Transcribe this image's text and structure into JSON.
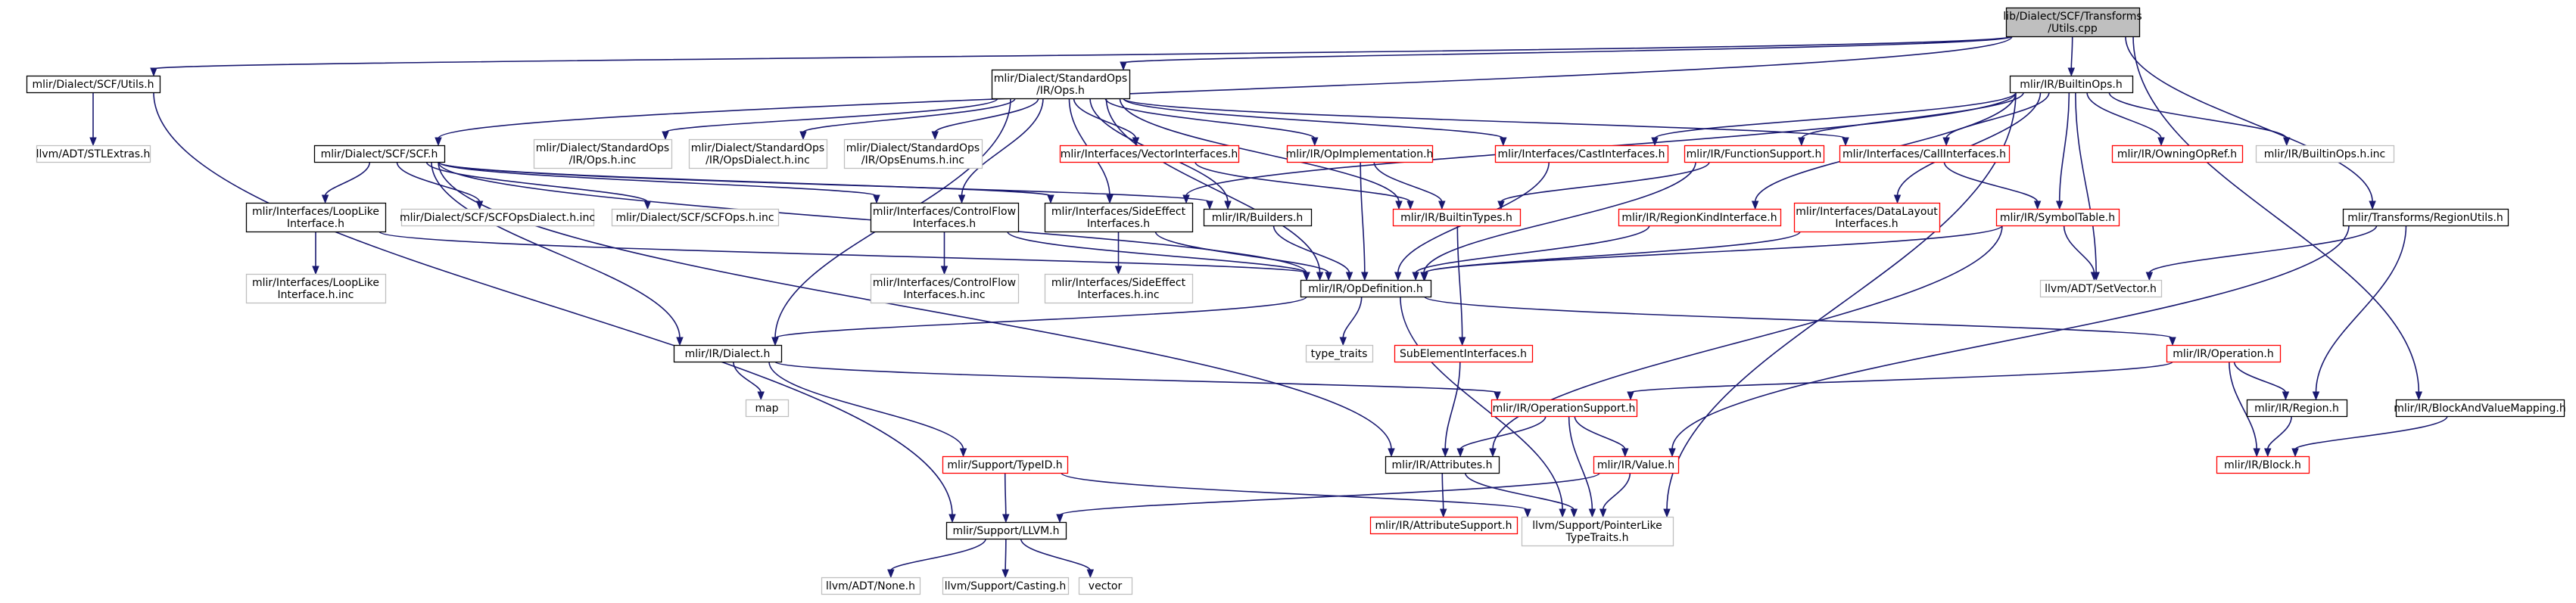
{
  "colors": {
    "edge": "#191970",
    "root_fill": "#bfbfbf",
    "root_border": "#000000",
    "documented_border": "#000000",
    "truncated_border": "#ff0000",
    "undocumented_border": "#bfbfbf",
    "text": "#000000"
  },
  "nodes": [
    {
      "id": "root",
      "kind": "root",
      "lines": [
        "lib/Dialect/SCF/Transforms",
        "/Utils.cpp"
      ]
    },
    {
      "id": "scf_utils",
      "kind": "documented",
      "lines": [
        "mlir/Dialect/SCF/Utils.h"
      ]
    },
    {
      "id": "std_ops",
      "kind": "documented",
      "lines": [
        "mlir/Dialect/StandardOps",
        "/IR/Ops.h"
      ]
    },
    {
      "id": "builtin_ops",
      "kind": "documented",
      "lines": [
        "mlir/IR/BuiltinOps.h"
      ]
    },
    {
      "id": "stlextras",
      "kind": "undocumented",
      "lines": [
        "llvm/ADT/STLExtras.h"
      ]
    },
    {
      "id": "scf_h",
      "kind": "documented",
      "lines": [
        "mlir/Dialect/SCF/SCF.h"
      ]
    },
    {
      "id": "std_ops_inc",
      "kind": "undocumented",
      "lines": [
        "mlir/Dialect/StandardOps",
        "/IR/Ops.h.inc"
      ]
    },
    {
      "id": "std_opsdialect_inc",
      "kind": "undocumented",
      "lines": [
        "mlir/Dialect/StandardOps",
        "/IR/OpsDialect.h.inc"
      ]
    },
    {
      "id": "std_opsenums_inc",
      "kind": "undocumented",
      "lines": [
        "mlir/Dialect/StandardOps",
        "/IR/OpsEnums.h.inc"
      ]
    },
    {
      "id": "vector_interfaces",
      "kind": "truncated",
      "lines": [
        "mlir/Interfaces/VectorInterfaces.h"
      ]
    },
    {
      "id": "op_implementation",
      "kind": "truncated",
      "lines": [
        "mlir/IR/OpImplementation.h"
      ]
    },
    {
      "id": "cast_interfaces",
      "kind": "truncated",
      "lines": [
        "mlir/Interfaces/CastInterfaces.h"
      ]
    },
    {
      "id": "function_support",
      "kind": "truncated",
      "lines": [
        "mlir/IR/FunctionSupport.h"
      ]
    },
    {
      "id": "call_interfaces",
      "kind": "truncated",
      "lines": [
        "mlir/Interfaces/CallInterfaces.h"
      ]
    },
    {
      "id": "owning_opref",
      "kind": "truncated",
      "lines": [
        "mlir/IR/OwningOpRef.h"
      ]
    },
    {
      "id": "builtin_ops_inc",
      "kind": "undocumented",
      "lines": [
        "mlir/IR/BuiltinOps.h.inc"
      ]
    },
    {
      "id": "looplike",
      "kind": "documented",
      "lines": [
        "mlir/Interfaces/LoopLike",
        "Interface.h"
      ]
    },
    {
      "id": "scfops_dialect_inc",
      "kind": "undocumented",
      "lines": [
        "mlir/Dialect/SCF/SCFOpsDialect.h.inc"
      ]
    },
    {
      "id": "scfops_inc",
      "kind": "undocumented",
      "lines": [
        "mlir/Dialect/SCF/SCFOps.h.inc"
      ]
    },
    {
      "id": "controlflow",
      "kind": "documented",
      "lines": [
        "mlir/Interfaces/ControlFlow",
        "Interfaces.h"
      ]
    },
    {
      "id": "sideeffect",
      "kind": "documented",
      "lines": [
        "mlir/Interfaces/SideEffect",
        "Interfaces.h"
      ]
    },
    {
      "id": "builders",
      "kind": "documented",
      "lines": [
        "mlir/IR/Builders.h"
      ]
    },
    {
      "id": "builtin_types",
      "kind": "truncated",
      "lines": [
        "mlir/IR/BuiltinTypes.h"
      ]
    },
    {
      "id": "regionkind",
      "kind": "truncated",
      "lines": [
        "mlir/IR/RegionKindInterface.h"
      ]
    },
    {
      "id": "datalayout",
      "kind": "truncated",
      "lines": [
        "mlir/Interfaces/DataLayout",
        "Interfaces.h"
      ]
    },
    {
      "id": "symboltable",
      "kind": "truncated",
      "lines": [
        "mlir/IR/SymbolTable.h"
      ]
    },
    {
      "id": "region_utils",
      "kind": "documented",
      "lines": [
        "mlir/Transforms/RegionUtils.h"
      ]
    },
    {
      "id": "looplike_inc",
      "kind": "undocumented",
      "lines": [
        "mlir/Interfaces/LoopLike",
        "Interface.h.inc"
      ]
    },
    {
      "id": "controlflow_inc",
      "kind": "undocumented",
      "lines": [
        "mlir/Interfaces/ControlFlow",
        "Interfaces.h.inc"
      ]
    },
    {
      "id": "sideeffect_inc",
      "kind": "undocumented",
      "lines": [
        "mlir/Interfaces/SideEffect",
        "Interfaces.h.inc"
      ]
    },
    {
      "id": "opdefinition",
      "kind": "documented",
      "lines": [
        "mlir/IR/OpDefinition.h"
      ]
    },
    {
      "id": "setvector",
      "kind": "undocumented",
      "lines": [
        "llvm/ADT/SetVector.h"
      ]
    },
    {
      "id": "type_traits",
      "kind": "undocumented",
      "lines": [
        "type_traits"
      ]
    },
    {
      "id": "subelement",
      "kind": "truncated",
      "lines": [
        "SubElementInterfaces.h"
      ]
    },
    {
      "id": "ir_dialect",
      "kind": "documented",
      "lines": [
        "mlir/IR/Dialect.h"
      ]
    },
    {
      "id": "operation",
      "kind": "truncated",
      "lines": [
        "mlir/IR/Operation.h"
      ]
    },
    {
      "id": "map",
      "kind": "undocumented",
      "lines": [
        "map"
      ]
    },
    {
      "id": "operation_support",
      "kind": "truncated",
      "lines": [
        "mlir/IR/OperationSupport.h"
      ]
    },
    {
      "id": "region",
      "kind": "documented",
      "lines": [
        "mlir/IR/Region.h"
      ]
    },
    {
      "id": "blockandvalue",
      "kind": "documented",
      "lines": [
        "mlir/IR/BlockAndValueMapping.h"
      ]
    },
    {
      "id": "typeid",
      "kind": "truncated",
      "lines": [
        "mlir/Support/TypeID.h"
      ]
    },
    {
      "id": "attributes",
      "kind": "documented",
      "lines": [
        "mlir/IR/Attributes.h"
      ]
    },
    {
      "id": "value",
      "kind": "truncated",
      "lines": [
        "mlir/IR/Value.h"
      ]
    },
    {
      "id": "block",
      "kind": "truncated",
      "lines": [
        "mlir/IR/Block.h"
      ]
    },
    {
      "id": "attribute_support",
      "kind": "truncated",
      "lines": [
        "mlir/IR/AttributeSupport.h"
      ]
    },
    {
      "id": "pointerlike",
      "kind": "undocumented",
      "lines": [
        "llvm/Support/PointerLike",
        "TypeTraits.h"
      ]
    },
    {
      "id": "llvm_h",
      "kind": "documented",
      "lines": [
        "mlir/Support/LLVM.h"
      ]
    },
    {
      "id": "none_h",
      "kind": "undocumented",
      "lines": [
        "llvm/ADT/None.h"
      ]
    },
    {
      "id": "casting_h",
      "kind": "undocumented",
      "lines": [
        "llvm/Support/Casting.h"
      ]
    },
    {
      "id": "vector",
      "kind": "undocumented",
      "lines": [
        "vector"
      ]
    }
  ],
  "edges": [
    [
      "root",
      "scf_utils"
    ],
    [
      "root",
      "std_ops"
    ],
    [
      "root",
      "builtin_ops"
    ],
    [
      "root",
      "region_utils"
    ],
    [
      "root",
      "blockandvalue"
    ],
    [
      "root",
      "scf_h"
    ],
    [
      "scf_utils",
      "stlextras"
    ],
    [
      "scf_utils",
      "llvm_h"
    ],
    [
      "std_ops",
      "std_ops_inc"
    ],
    [
      "std_ops",
      "std_opsdialect_inc"
    ],
    [
      "std_ops",
      "std_opsenums_inc"
    ],
    [
      "std_ops",
      "vector_interfaces"
    ],
    [
      "std_ops",
      "op_implementation"
    ],
    [
      "std_ops",
      "cast_interfaces"
    ],
    [
      "std_ops",
      "call_interfaces"
    ],
    [
      "std_ops",
      "builtin_types"
    ],
    [
      "std_ops",
      "controlflow"
    ],
    [
      "std_ops",
      "sideeffect"
    ],
    [
      "std_ops",
      "builders"
    ],
    [
      "std_ops",
      "ir_dialect"
    ],
    [
      "std_ops",
      "opdefinition"
    ],
    [
      "builtin_ops",
      "owning_opref"
    ],
    [
      "builtin_ops",
      "builtin_ops_inc"
    ],
    [
      "builtin_ops",
      "cast_interfaces"
    ],
    [
      "builtin_ops",
      "function_support"
    ],
    [
      "builtin_ops",
      "call_interfaces"
    ],
    [
      "builtin_ops",
      "regionkind"
    ],
    [
      "builtin_ops",
      "datalayout"
    ],
    [
      "builtin_ops",
      "symboltable"
    ],
    [
      "builtin_ops",
      "sideeffect"
    ],
    [
      "builtin_ops",
      "setvector"
    ],
    [
      "builtin_ops",
      "pointerlike"
    ],
    [
      "scf_h",
      "looplike"
    ],
    [
      "scf_h",
      "scfops_dialect_inc"
    ],
    [
      "scf_h",
      "scfops_inc"
    ],
    [
      "scf_h",
      "controlflow"
    ],
    [
      "scf_h",
      "sideeffect"
    ],
    [
      "scf_h",
      "builders"
    ],
    [
      "scf_h",
      "ir_dialect"
    ],
    [
      "scf_h",
      "opdefinition"
    ],
    [
      "scf_h",
      "attributes"
    ],
    [
      "vector_interfaces",
      "builtin_types"
    ],
    [
      "op_implementation",
      "builtin_types"
    ],
    [
      "op_implementation",
      "opdefinition"
    ],
    [
      "cast_interfaces",
      "opdefinition"
    ],
    [
      "function_support",
      "builtin_types"
    ],
    [
      "function_support",
      "opdefinition"
    ],
    [
      "call_interfaces",
      "symboltable"
    ],
    [
      "looplike",
      "looplike_inc"
    ],
    [
      "looplike",
      "opdefinition"
    ],
    [
      "controlflow",
      "controlflow_inc"
    ],
    [
      "controlflow",
      "opdefinition"
    ],
    [
      "sideeffect",
      "sideeffect_inc"
    ],
    [
      "sideeffect",
      "opdefinition"
    ],
    [
      "builders",
      "opdefinition"
    ],
    [
      "builtin_types",
      "subelement"
    ],
    [
      "regionkind",
      "opdefinition"
    ],
    [
      "datalayout",
      "opdefinition"
    ],
    [
      "symboltable",
      "opdefinition"
    ],
    [
      "symboltable",
      "setvector"
    ],
    [
      "symboltable",
      "attributes"
    ],
    [
      "region_utils",
      "region"
    ],
    [
      "region_utils",
      "setvector"
    ],
    [
      "region_utils",
      "value"
    ],
    [
      "opdefinition",
      "type_traits"
    ],
    [
      "opdefinition",
      "ir_dialect"
    ],
    [
      "opdefinition",
      "operation"
    ],
    [
      "opdefinition",
      "pointerlike"
    ],
    [
      "subelement",
      "attributes"
    ],
    [
      "ir_dialect",
      "map"
    ],
    [
      "ir_dialect",
      "operation_support"
    ],
    [
      "ir_dialect",
      "typeid"
    ],
    [
      "operation",
      "operation_support"
    ],
    [
      "operation",
      "region"
    ],
    [
      "operation",
      "block"
    ],
    [
      "operation_support",
      "attributes"
    ],
    [
      "operation_support",
      "value"
    ],
    [
      "operation_support",
      "pointerlike"
    ],
    [
      "region",
      "block"
    ],
    [
      "blockandvalue",
      "block"
    ],
    [
      "typeid",
      "llvm_h"
    ],
    [
      "typeid",
      "pointerlike"
    ],
    [
      "attributes",
      "attribute_support"
    ],
    [
      "attributes",
      "pointerlike"
    ],
    [
      "value",
      "pointerlike"
    ],
    [
      "value",
      "llvm_h"
    ],
    [
      "llvm_h",
      "none_h"
    ],
    [
      "llvm_h",
      "casting_h"
    ],
    [
      "llvm_h",
      "vector"
    ]
  ]
}
